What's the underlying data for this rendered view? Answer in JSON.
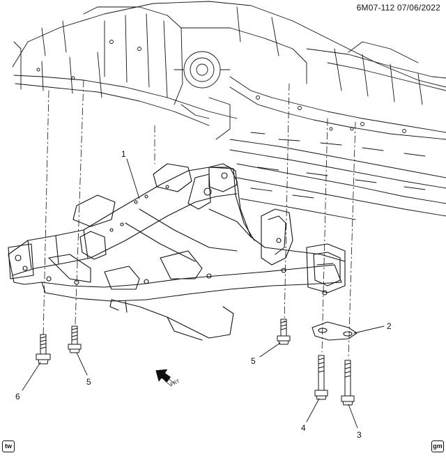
{
  "header": {
    "doc_id": "6M07-112  07/06/2022"
  },
  "callouts": [
    {
      "number": "1"
    },
    {
      "number": "2"
    },
    {
      "number": "3"
    },
    {
      "number": "4"
    },
    {
      "number": "5"
    },
    {
      "number": "5"
    },
    {
      "number": "6"
    }
  ],
  "front_arrow": {
    "label": "FRT",
    "icon": "front-arrow-icon"
  },
  "badges": {
    "left": "tw",
    "right": "gm"
  },
  "colors": {
    "line": "#111111",
    "background": "#ffffff"
  }
}
